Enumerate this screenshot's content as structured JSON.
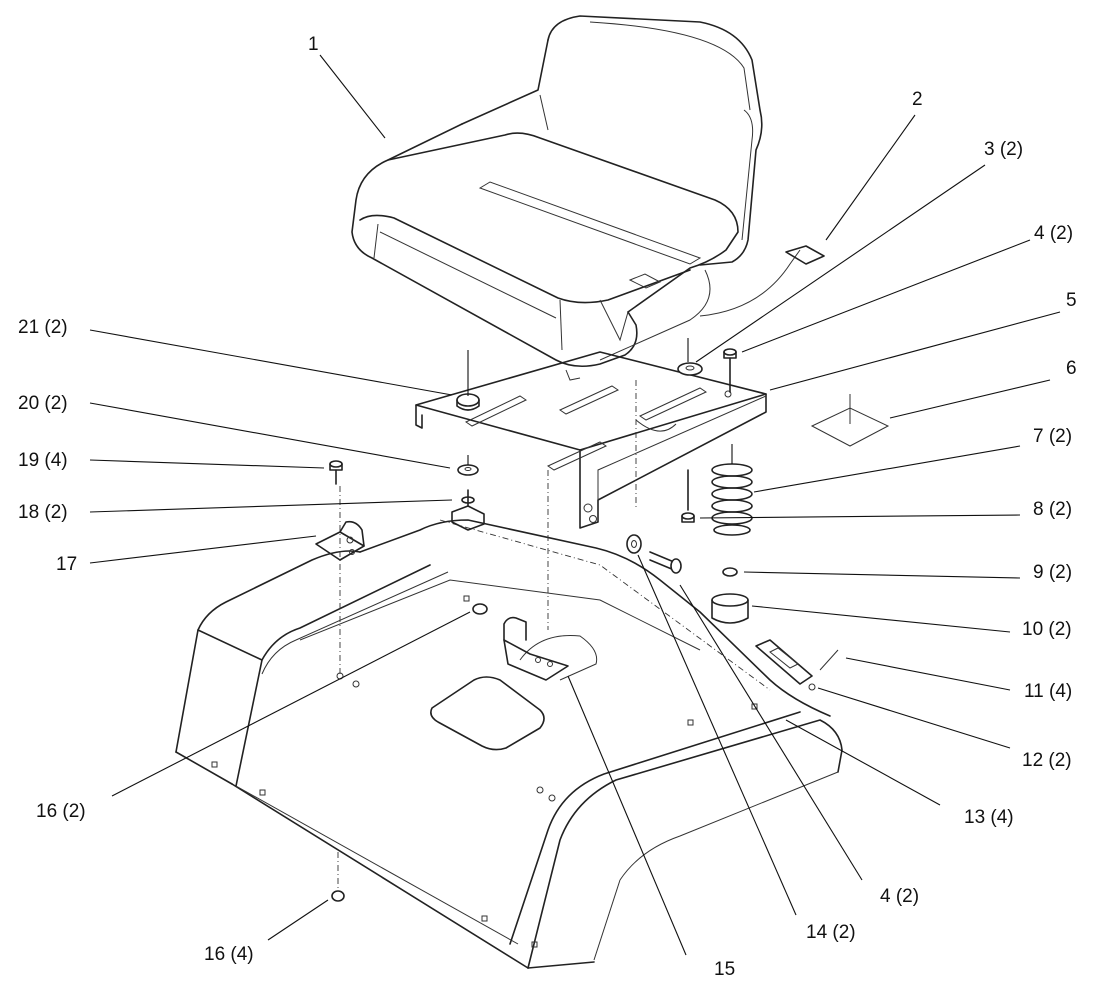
{
  "callouts": [
    {
      "label": "1"
    },
    {
      "label": "2"
    },
    {
      "label": "3 (2)"
    },
    {
      "label": "4 (2)"
    },
    {
      "label": "5"
    },
    {
      "label": "6"
    },
    {
      "label": "7 (2)"
    },
    {
      "label": "8 (2)"
    },
    {
      "label": "9 (2)"
    },
    {
      "label": "10 (2)"
    },
    {
      "label": "11 (4)"
    },
    {
      "label": "12 (2)"
    },
    {
      "label": "13 (4)"
    },
    {
      "label": "4 (2)"
    },
    {
      "label": "14 (2)"
    },
    {
      "label": "15"
    },
    {
      "label": "16 (4)"
    },
    {
      "label": "16 (2)"
    },
    {
      "label": "17"
    },
    {
      "label": "18 (2)"
    },
    {
      "label": "19 (4)"
    },
    {
      "label": "20 (2)"
    },
    {
      "label": "21 (2)"
    }
  ]
}
